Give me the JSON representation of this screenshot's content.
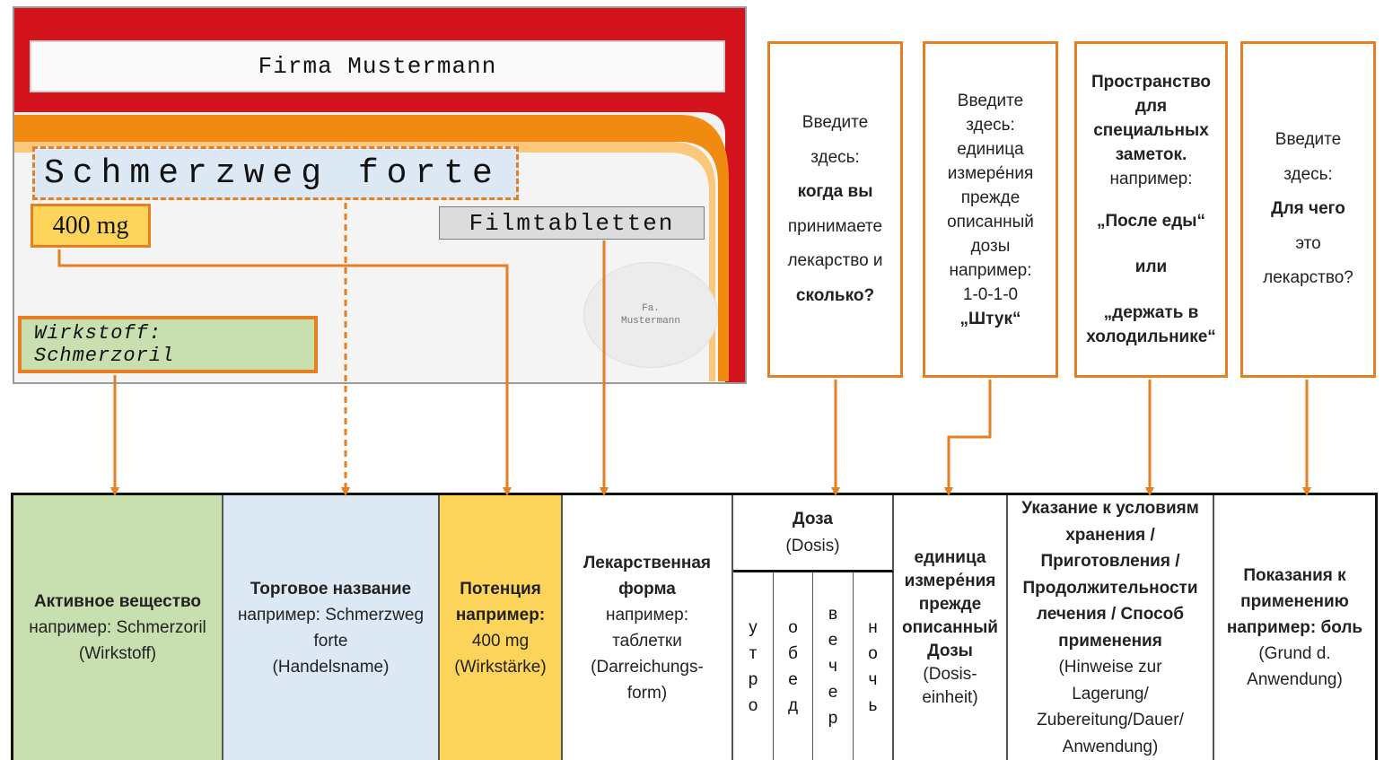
{
  "colors": {
    "accent": "#e67e22",
    "active_bg": "#c8dfb0",
    "brand_bg": "#dde8f5",
    "strength_bg": "#fdd45a",
    "package_red": "#d4141c",
    "package_orange": "#f08a10"
  },
  "package": {
    "firm": "Firma Mustermann",
    "brand": "Schmerzweg forte",
    "strength": "400 mg",
    "form": "Filmtabletten",
    "active": "Wirkstoff: Schmerzoril",
    "seal_line1": "Fa.",
    "seal_line2": "Mustermann"
  },
  "notes": {
    "dose": [
      "Введите",
      "здесь:",
      "когда вы",
      "принимаете",
      "лекарство и",
      "сколько?"
    ],
    "unit": [
      "Введите",
      "здесь:",
      "единица",
      "измере́ния",
      "прежде",
      "описанный",
      "дозы",
      "например:",
      "1-0-1-0",
      "„Штук“"
    ],
    "special": [
      "Пространство",
      "для",
      "специальных",
      "заметок.",
      "например:",
      "„После еды“",
      "или",
      "„держать в",
      "холодильнике“"
    ],
    "purpose": [
      "Введите",
      "здесь:",
      "Для чего",
      "это",
      "лекарство?"
    ]
  },
  "table": {
    "active": [
      "Активное вещество",
      "например: Schmerzoril",
      "(Wirkstoff)"
    ],
    "trade": [
      "Торговое название",
      "например: Schmerzweg",
      "forte",
      "(Handelsname)"
    ],
    "potency": [
      "Потенция",
      "например:",
      "400 mg",
      "(Wirkstärke)"
    ],
    "form": [
      "Лекарственная",
      "форма",
      "например:",
      "таблетки",
      "(Darreichungs-",
      "form)"
    ],
    "dose_title": "Доза",
    "dose_sub": "(Dosis)",
    "dose_times": [
      "утро",
      "обед",
      "вечер",
      "ночь"
    ],
    "unit": [
      "единица",
      "измере́ния",
      "прежде",
      "описанный",
      "Дозы",
      "(Dosis-",
      "einheit)"
    ],
    "storage": [
      "Указание к условиям",
      "хранения /",
      "Приготовления /",
      "Продолжительности",
      "лечения / Способ",
      "применения",
      "(Hinweise zur",
      "Lagerung/",
      "Zubereitung/Dauer/",
      "Anwendung)"
    ],
    "indication": [
      "Показания к",
      "применению",
      "например: боль",
      "(Grund d.",
      "Anwendung)"
    ]
  }
}
